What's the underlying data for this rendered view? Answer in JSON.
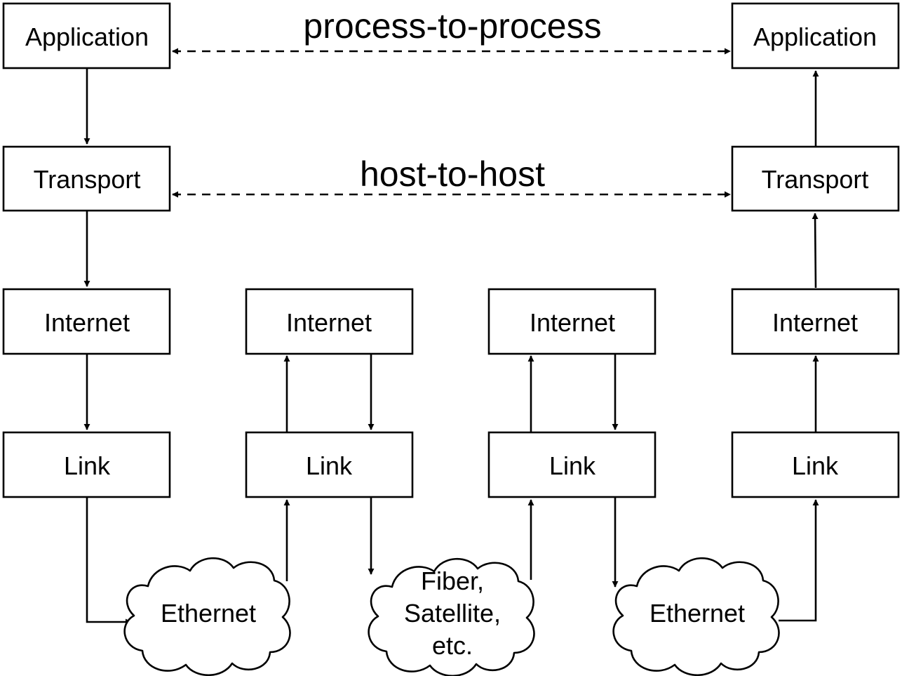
{
  "diagram": {
    "process_to_process_label": "process-to-process",
    "host_to_host_label": "host-to-host",
    "left_host": {
      "application": "Application",
      "transport": "Transport",
      "internet": "Internet",
      "link": "Link"
    },
    "router_1": {
      "internet": "Internet",
      "link": "Link"
    },
    "router_2": {
      "internet": "Internet",
      "link": "Link"
    },
    "right_host": {
      "application": "Application",
      "transport": "Transport",
      "internet": "Internet",
      "link": "Link"
    },
    "networks": {
      "ethernet_1": "Ethernet",
      "fiber_line1": "Fiber,",
      "fiber_line2": "Satellite,",
      "fiber_line3": "etc.",
      "ethernet_2": "Ethernet"
    }
  }
}
